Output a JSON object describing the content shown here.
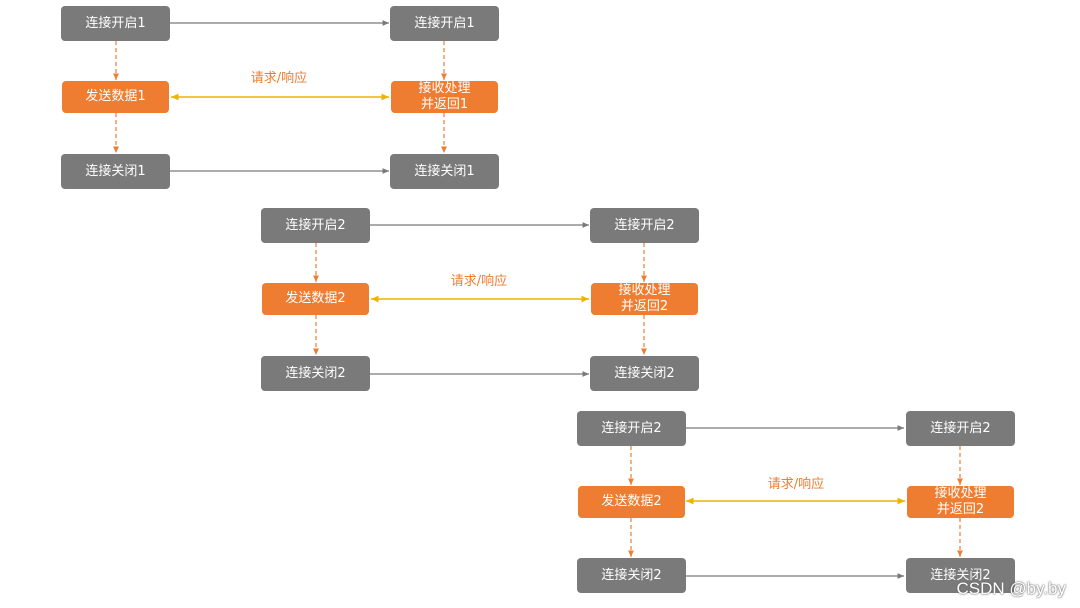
{
  "diagram": {
    "colors": {
      "connection": "#7a7a7a",
      "data": "#ee7d31",
      "request_arrow": "#f0b400",
      "dashed": "#ee7d31"
    },
    "groups": [
      {
        "client_open": "连接开启1",
        "server_open": "连接开启1",
        "client_send": "发送数据1",
        "server_process": "接收处理\n并返回1",
        "request_label": "请求/响应",
        "client_close": "连接关闭1",
        "server_close": "连接关闭1"
      },
      {
        "client_open": "连接开启2",
        "server_open": "连接开启2",
        "client_send": "发送数据2",
        "server_process": "接收处理\n并返回2",
        "request_label": "请求/响应",
        "client_close": "连接关闭2",
        "server_close": "连接关闭2"
      },
      {
        "client_open": "连接开启2",
        "server_open": "连接开启2",
        "client_send": "发送数据2",
        "server_process": "接收处理\n并返回2",
        "request_label": "请求/响应",
        "client_close": "连接关闭2",
        "server_close": "连接关闭2"
      }
    ]
  },
  "watermark": "CSDN @by.by"
}
